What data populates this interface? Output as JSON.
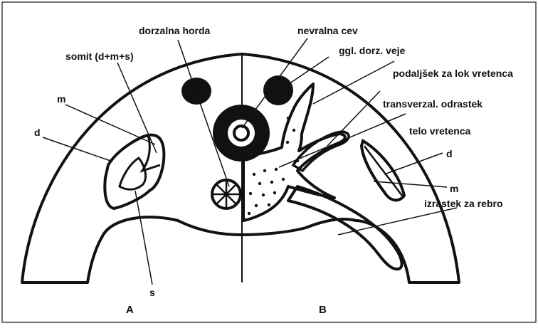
{
  "labels": {
    "dorzalna_horda": "dorzalna horda",
    "nevralna_cev": "nevralna cev",
    "ggl_dorz_veje": "ggl. dorz. veje",
    "somit": "somit (d+m+s)",
    "podaljsek": "podaljšek za lok vretenca",
    "m_left": "m",
    "transverzal": "transverzal. odrastek",
    "d_left": "d",
    "telo_vretenca": "telo vretenca",
    "d_right": "d",
    "m_right": "m",
    "izrastek": "izrastek za rebro",
    "s": "s"
  },
  "sections": {
    "A": "A",
    "B": "B"
  },
  "colors": {
    "ink": "#111111",
    "frame": "#444444",
    "background": "#ffffff"
  }
}
